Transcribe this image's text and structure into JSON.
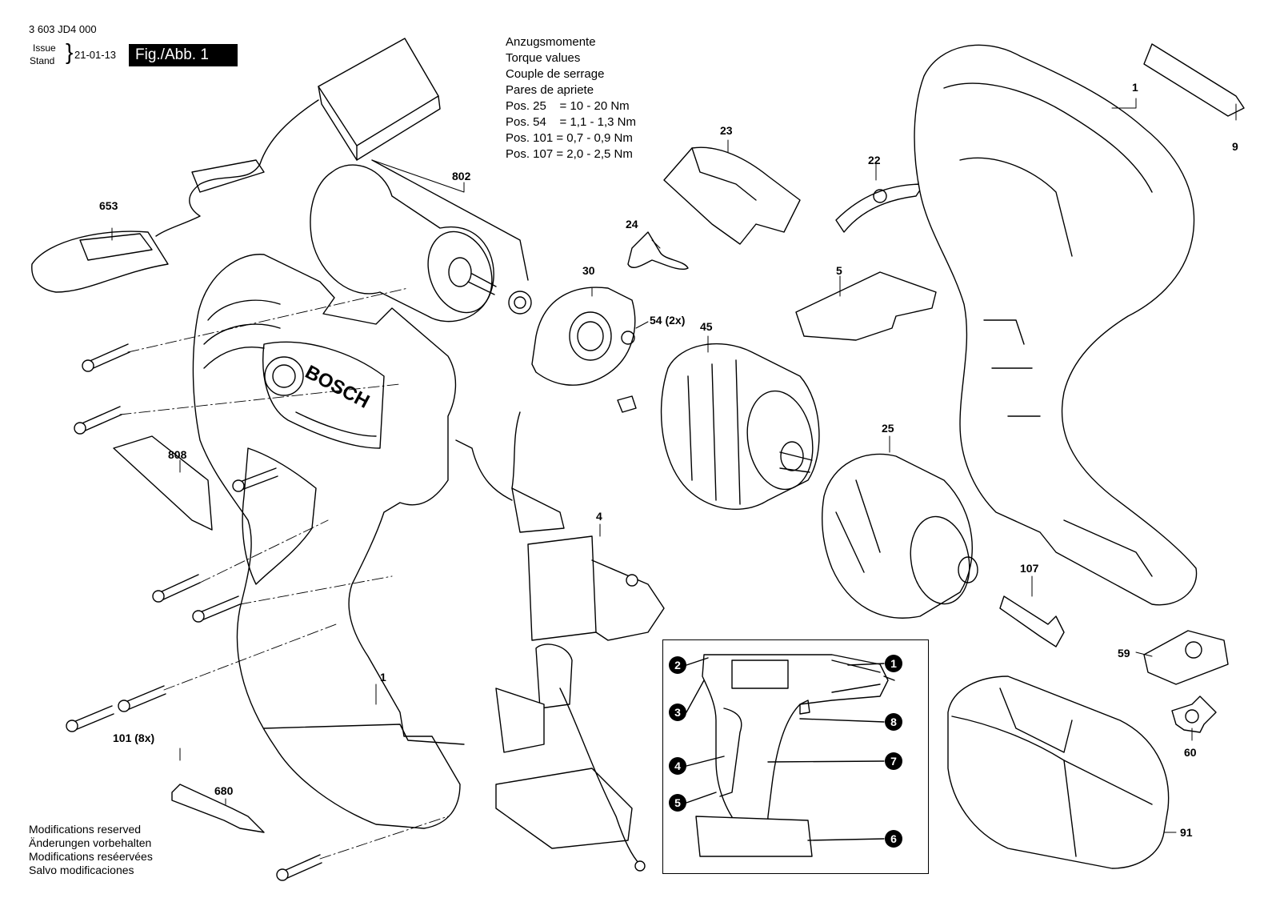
{
  "header": {
    "code": "3 603 JD4 000",
    "issue_label": "Issue",
    "stand_label": "Stand",
    "date": "21-01-13",
    "figure": "Fig./Abb. 1"
  },
  "torque": {
    "lines": [
      "Anzugsmomente",
      "Torque values",
      "Couple de serrage",
      "Pares de apriete",
      "Pos. 25    = 10 - 20 Nm",
      "Pos. 54    = 1,1 - 1,3 Nm",
      "Pos. 101 = 0,7 - 0,9 Nm",
      "Pos. 107 = 2,0 - 2,5 Nm"
    ]
  },
  "parts": {
    "p1_housing_right": "1",
    "p9": "9",
    "p23": "23",
    "p22": "22",
    "p802": "802",
    "p653": "653",
    "p24": "24",
    "p30": "30",
    "p54": "54 (2x)",
    "p45": "45",
    "p5": "5",
    "p808": "808",
    "p25": "25",
    "p4": "4",
    "p107": "107",
    "p59": "59",
    "p60": "60",
    "p1_housing_left": "1",
    "p101": "101 (8x)",
    "p680": "680",
    "p91": "91"
  },
  "inset_callouts": [
    "1",
    "2",
    "3",
    "4",
    "5",
    "6",
    "7",
    "8"
  ],
  "logo_text": "BOSCH",
  "footer": {
    "lines": [
      "Modifications reserved",
      "Änderungen vorbehalten",
      "Modifications reséervées",
      "Salvo modificaciones"
    ]
  }
}
